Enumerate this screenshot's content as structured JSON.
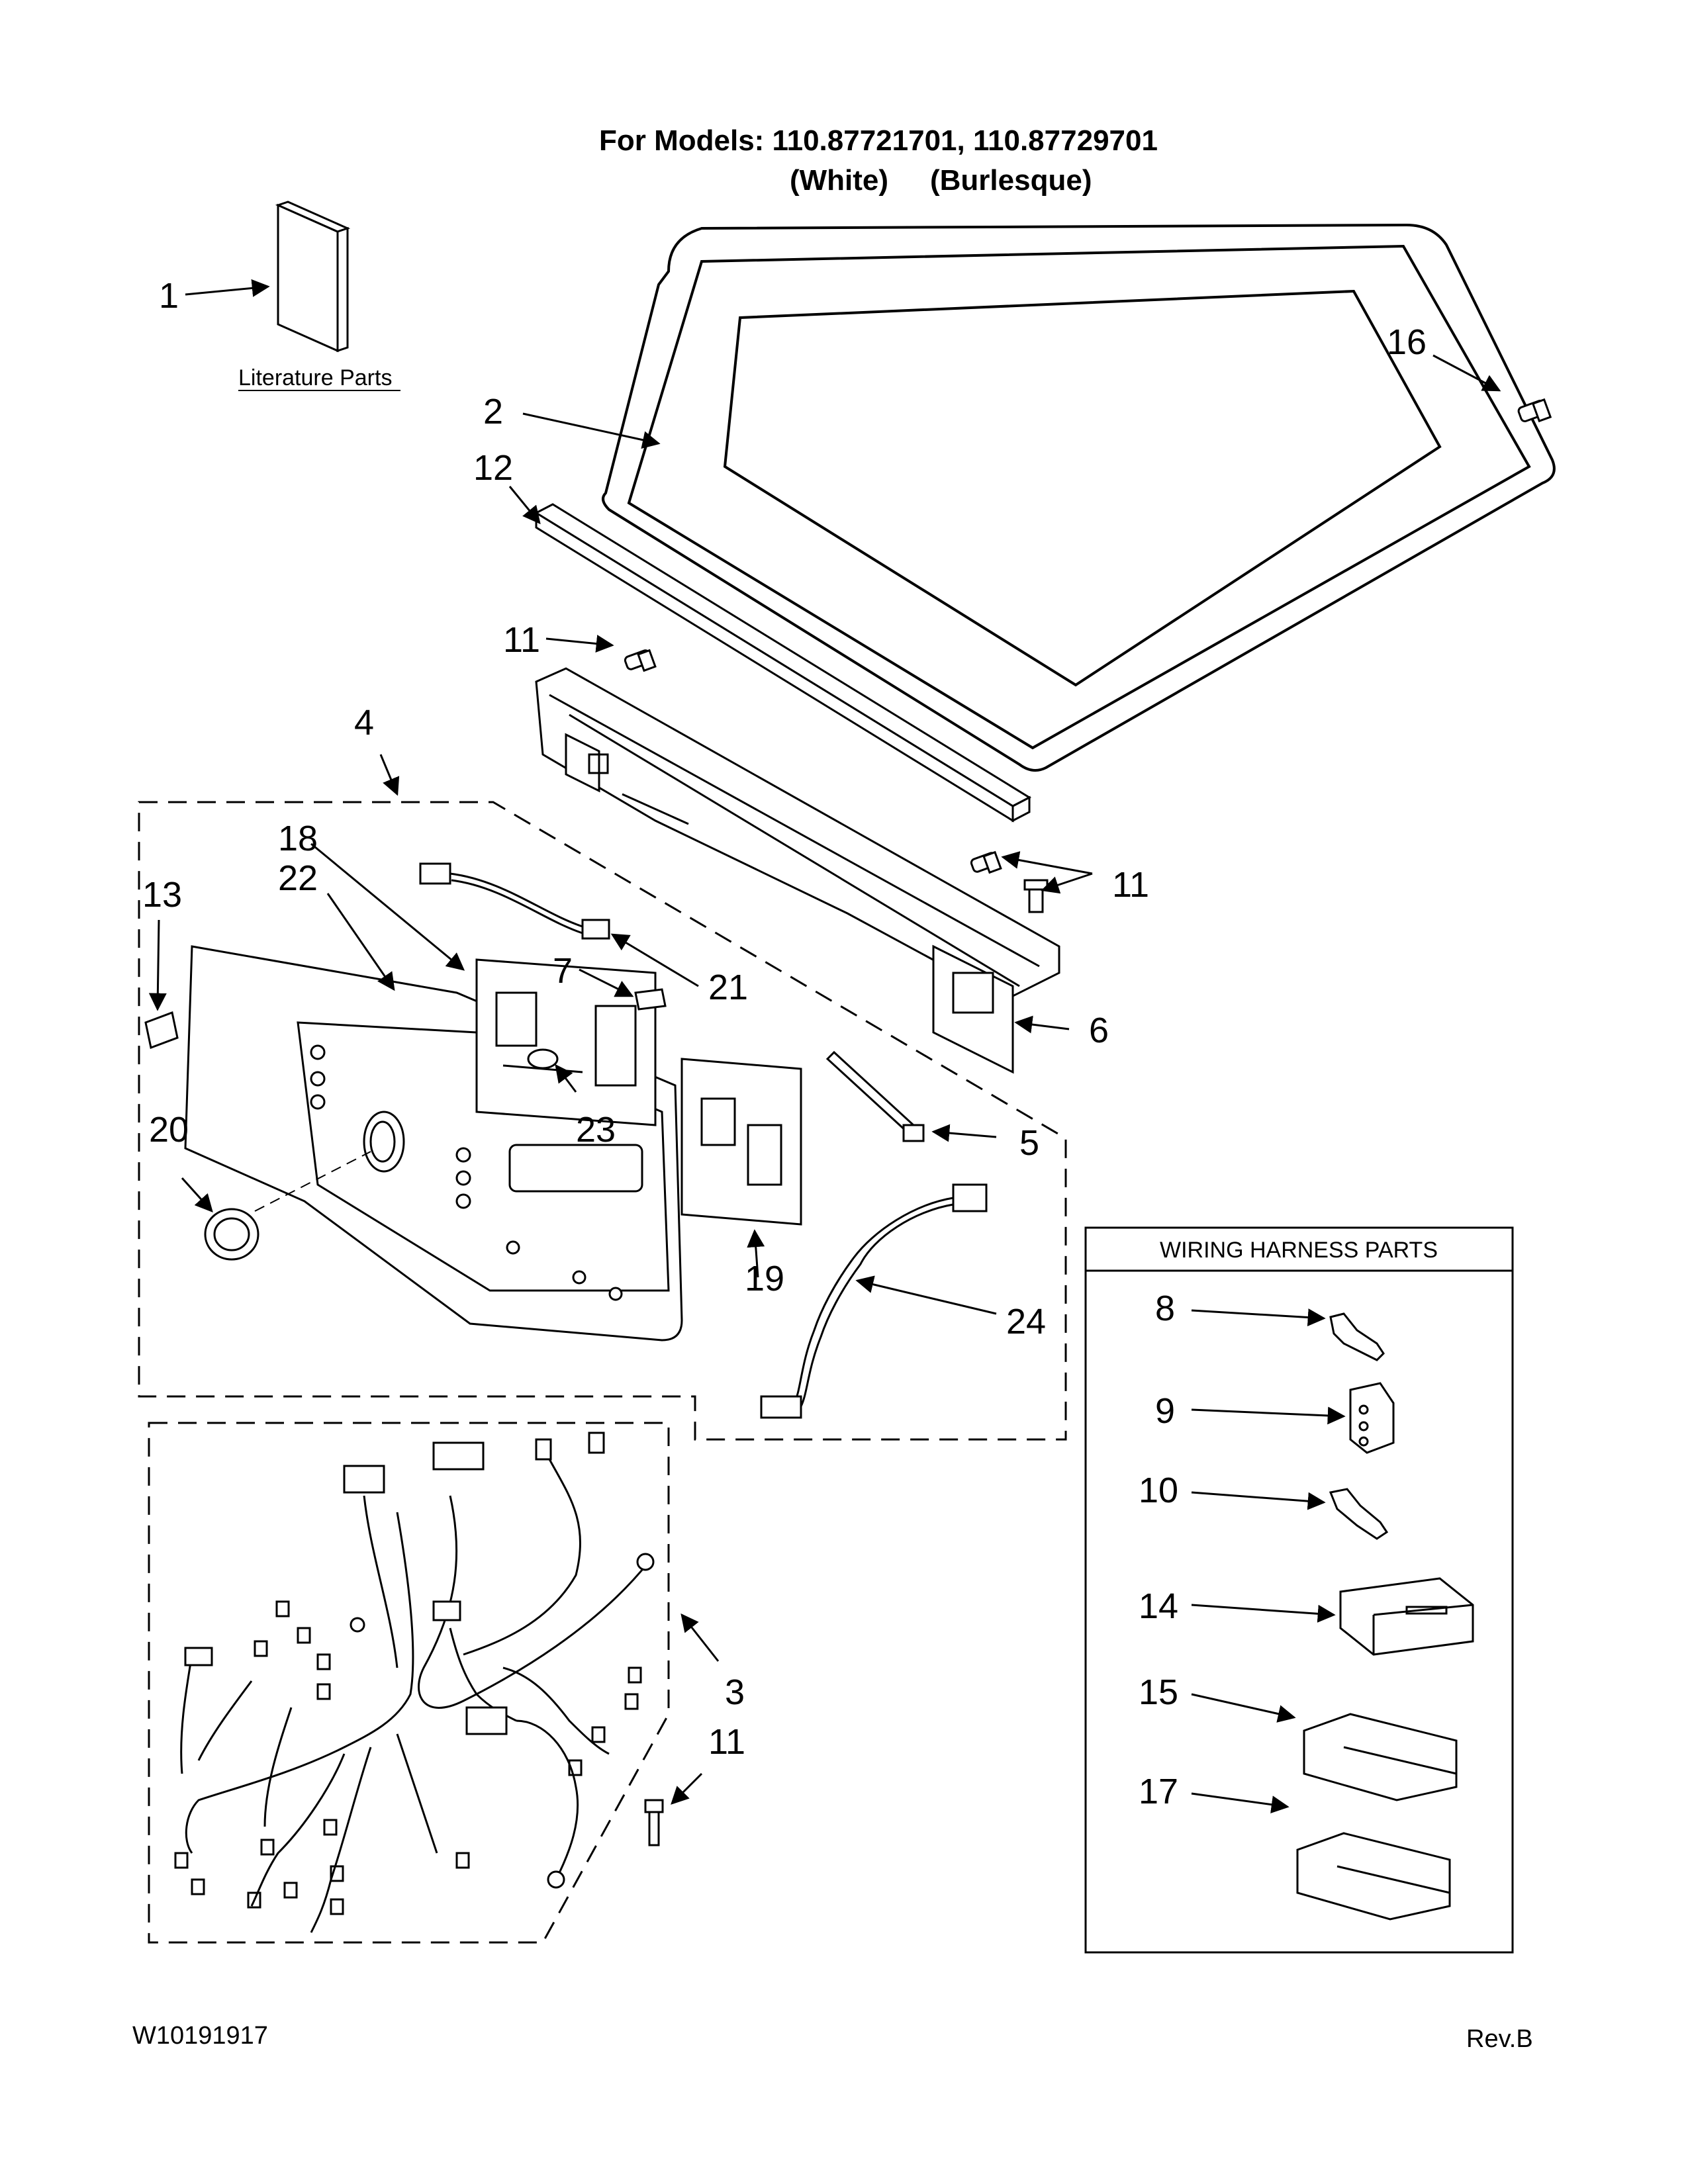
{
  "header": {
    "models_line": "For Models: 110.87721701, 110.87729701",
    "variant_white": "(White)",
    "variant_burlesque": "(Burlesque)"
  },
  "labels": {
    "literature_parts": "Literature Parts",
    "wiring_harness_parts": "WIRING HARNESS PARTS"
  },
  "callouts": {
    "c1": "1",
    "c2": "2",
    "c3": "3",
    "c4": "4",
    "c5": "5",
    "c6": "6",
    "c7": "7",
    "c8": "8",
    "c9": "9",
    "c10": "10",
    "c11a": "11",
    "c11b": "11",
    "c11c": "11",
    "c12": "12",
    "c13": "13",
    "c14": "14",
    "c15": "15",
    "c16": "16",
    "c17": "17",
    "c18": "18",
    "c19": "19",
    "c20": "20",
    "c21": "21",
    "c22": "22",
    "c23": "23",
    "c24": "24"
  },
  "footer": {
    "doc_number": "W10191917",
    "revision": "Rev.B"
  }
}
